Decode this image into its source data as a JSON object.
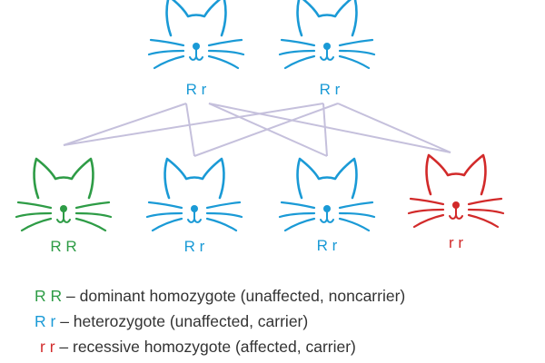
{
  "parents": [
    {
      "genotype": "R r",
      "color": "#1a9ad6"
    },
    {
      "genotype": "R r",
      "color": "#1a9ad6"
    }
  ],
  "offspring": [
    {
      "genotype": "R R",
      "color": "#2e9c46"
    },
    {
      "genotype": "R r",
      "color": "#1a9ad6"
    },
    {
      "genotype": "R r",
      "color": "#1a9ad6"
    },
    {
      "genotype": "r r",
      "color": "#d22a2a"
    }
  ],
  "cross_line_color": "#c5c0dc",
  "legend": [
    {
      "code": "R R",
      "text": " – dominant homozygote (unaffected, noncarrier)",
      "color": "#2e9c46"
    },
    {
      "code": "R r",
      "text": " – heterozygote (unaffected, carrier)",
      "color": "#1a9ad6"
    },
    {
      "code": "r r",
      "text": " – recessive homozygote (affected, carrier)",
      "color": "#d22a2a"
    }
  ]
}
